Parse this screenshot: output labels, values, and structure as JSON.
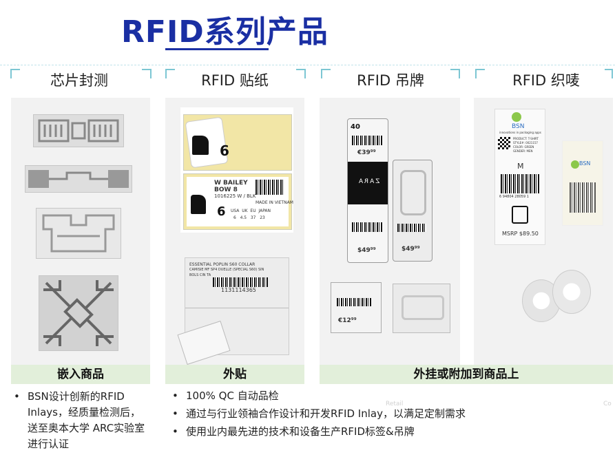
{
  "page": {
    "title": "RFID系列产品"
  },
  "columns": [
    {
      "header": "芯片封测"
    },
    {
      "header": "RFID 贴纸"
    },
    {
      "header": "RFID 吊牌"
    },
    {
      "header": "RFID 织唛"
    }
  ],
  "categories": {
    "embedded": "嵌入商品",
    "external": "外贴",
    "hanging": "外挂或附加到商品上"
  },
  "bullets_left": [
    "BSN设计创新的RFID Inlays，经质量检测后，送至奥本大学 ARC实验室进行认证"
  ],
  "bullets_right": [
    "100% QC 自动品检",
    "通过与行业领袖合作设计和开发RFID Inlay，以满足定制需求",
    "使用业内最先进的技术和设备生产RFID标签&吊牌"
  ],
  "product_text": {
    "sticker1_size": "6",
    "sticker2_name": "W BAILEY",
    "sticker2_model": "BOW 8",
    "sticker2_code": "1016225 W / BLK",
    "sticker2_made": "MADE IN VIETNAM",
    "sticker2_size": "6",
    "sticker2_sizes": [
      "USA",
      "UK",
      "EU",
      "JAPAN"
    ],
    "sticker2_values": [
      "6",
      "4.5",
      "37",
      "23"
    ],
    "label_line1": "ESSENTIAL POPLIN S60 COLLAR",
    "label_line2": "CAMISIE MF SP4 DUELLE (SPECIAL S60) SIN",
    "label_line3": "BOLS CIN TA",
    "label_number": "1131114365",
    "tag1_size": "40",
    "tag1_price": "€39⁹⁹",
    "tag1_brand": "ZARA",
    "tag1_price2": "$49⁹⁹",
    "tag2_price": "$49⁹⁹",
    "tag3_price": "€12⁹⁹",
    "woven_brand": "BSN",
    "woven_tagline": "innovations in packaging apps",
    "woven_product": "PRODUCT: T-SHIRT",
    "woven_style": "STYLE#: 0021157",
    "woven_color": "COLOR: GREEN",
    "woven_gender": "GENDER: MEN",
    "woven_size": "M",
    "woven_barcode": "6 94804 28059 1",
    "woven_msrp": "MSRP  $89.50",
    "woven_brand2": "BSN"
  },
  "faint_text": {
    "retail": "Retail",
    "right_edge": "Co"
  },
  "colors": {
    "title": "#1a2fa3",
    "category_bar": "#e2efda",
    "panel": "#f2f2f2",
    "bracket": "#7cc6d3"
  }
}
